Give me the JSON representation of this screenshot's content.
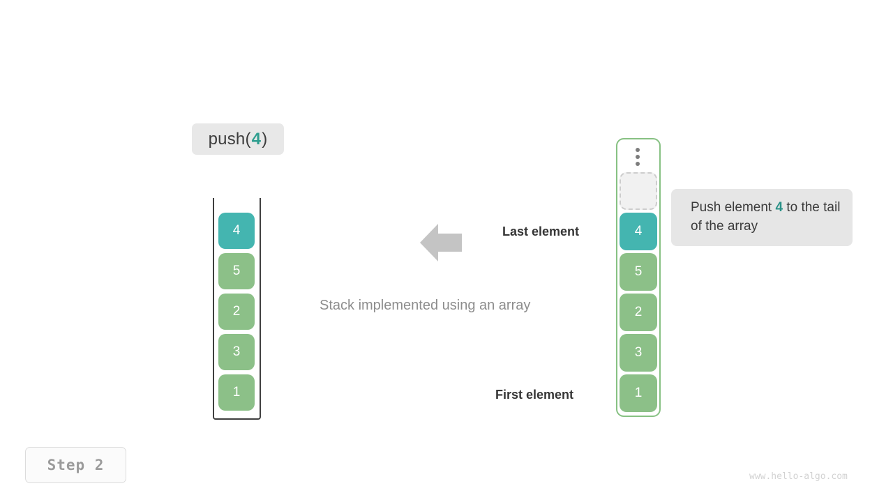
{
  "operation": {
    "name": "push",
    "open_paren": "(",
    "argument": "4",
    "close_paren": ")"
  },
  "caption": "Stack implemented using an array",
  "labels": {
    "last_element": "Last element",
    "first_element": "First element"
  },
  "tooltip": {
    "prefix": "Push element ",
    "value": "4",
    "suffix": " to the tail of the array"
  },
  "step_badge": "Step  2",
  "watermark": "www.hello-algo.com",
  "colors": {
    "accent_teal": "#44b5b0",
    "element_green": "#8cc088",
    "array_border_green": "#87c183",
    "tooltip_bg": "#e6e6e6",
    "chip_bg": "#e8e8e8",
    "arrow_gray": "#c4c4c4",
    "highlight_text_teal": "#2a9187"
  },
  "stack": {
    "title": "stack-container",
    "blocks": [
      {
        "value": "4",
        "style": "teal"
      },
      {
        "value": "5",
        "style": "green"
      },
      {
        "value": "2",
        "style": "green"
      },
      {
        "value": "3",
        "style": "green"
      },
      {
        "value": "1",
        "style": "green"
      }
    ]
  },
  "array": {
    "title": "array-container",
    "overflow_indicator": "vertical-dots",
    "empty_slot": "",
    "blocks": [
      {
        "value": "4",
        "style": "teal"
      },
      {
        "value": "5",
        "style": "green"
      },
      {
        "value": "2",
        "style": "green"
      },
      {
        "value": "3",
        "style": "green"
      },
      {
        "value": "1",
        "style": "green"
      }
    ]
  }
}
